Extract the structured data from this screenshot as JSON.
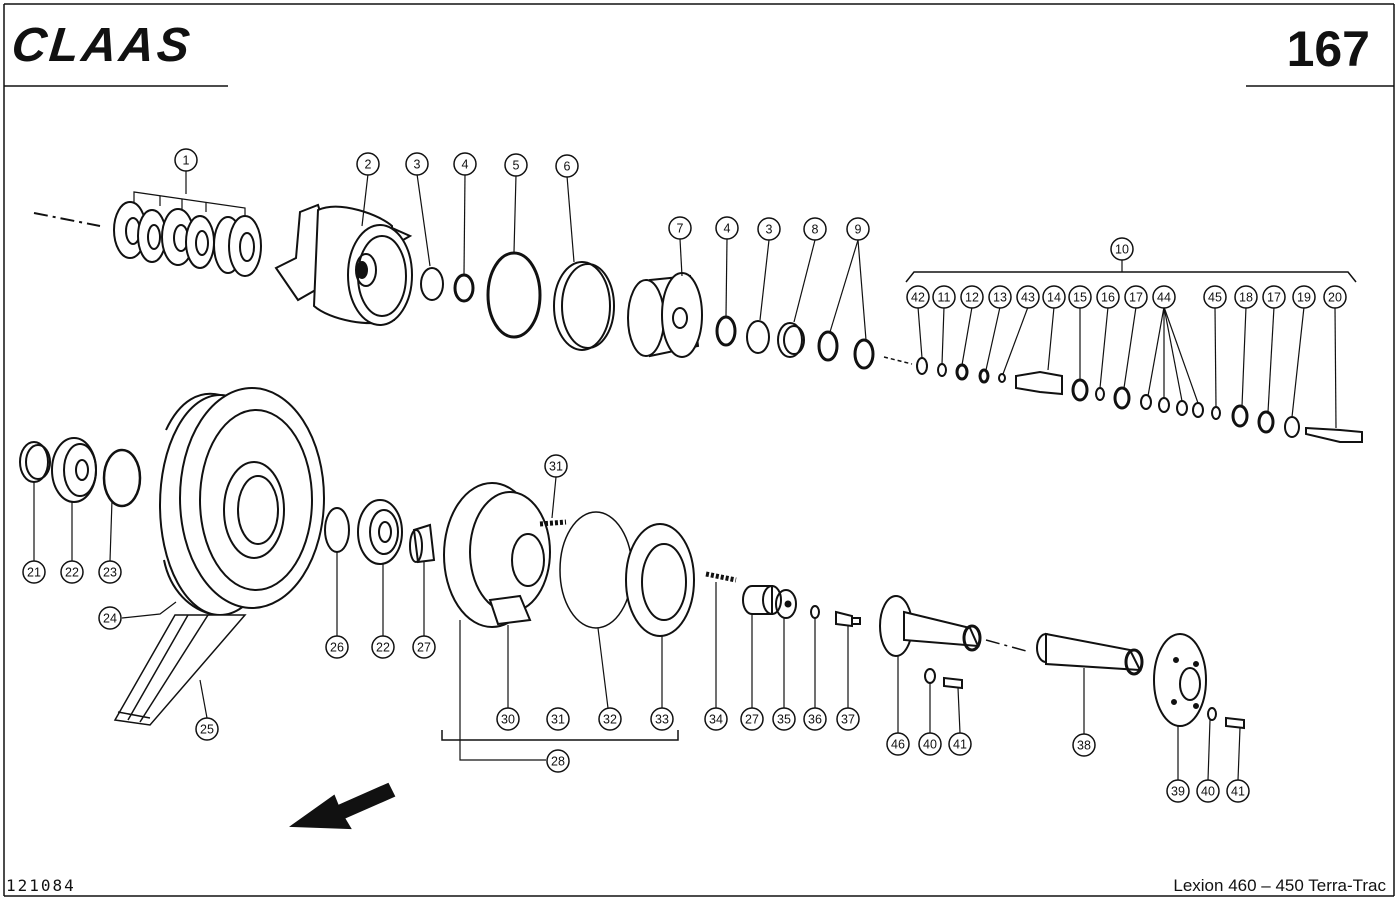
{
  "header": {
    "brand": "CLAAS",
    "page_number": "167"
  },
  "footer": {
    "drawing_number": "121084",
    "model": "Lexion 460 – 450 Terra-Trac"
  },
  "callouts": [
    "1",
    "2",
    "3",
    "4",
    "5",
    "6",
    "7",
    "4",
    "3",
    "8",
    "9",
    "10",
    "42",
    "11",
    "12",
    "13",
    "43",
    "14",
    "15",
    "16",
    "17",
    "44",
    "45",
    "18",
    "17",
    "19",
    "20",
    "21",
    "22",
    "23",
    "24",
    "25",
    "26",
    "22",
    "27",
    "31",
    "30",
    "31",
    "32",
    "33",
    "34",
    "27",
    "35",
    "36",
    "37",
    "28",
    "46",
    "40",
    "41",
    "38",
    "39",
    "40",
    "41"
  ]
}
